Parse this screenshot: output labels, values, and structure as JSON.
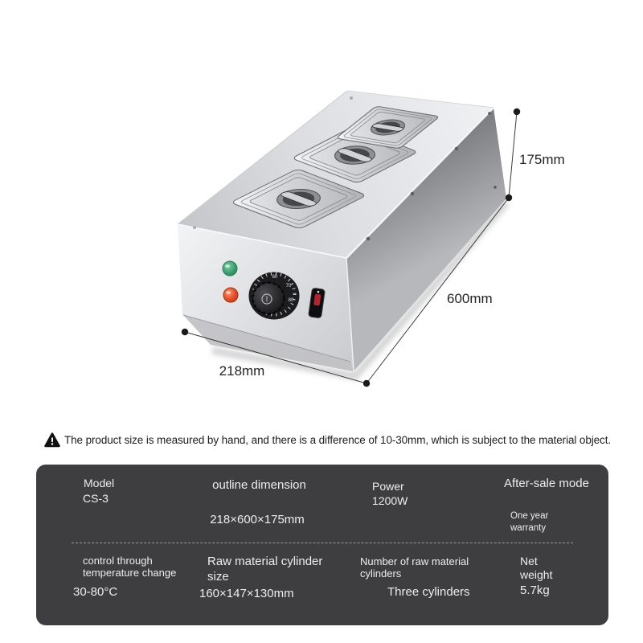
{
  "notice": {
    "text": "The product size is measured by hand, and there is a difference of 10-30mm, which is subject to the material object."
  },
  "diagram": {
    "height_label": "175mm",
    "length_label": "600mm",
    "width_label": "218mm",
    "dial_numbers": {
      "n60": "60",
      "n70": "70",
      "n80": "80"
    }
  },
  "spec_table": {
    "row1": {
      "model_label": "Model",
      "model_value": "CS-3",
      "outline_label": "outline dimension",
      "outline_value": "218×600×175mm",
      "power_label": "Power",
      "power_value": "1200W",
      "aftersale_label": "After-sale mode",
      "aftersale_value": "One year warranty"
    },
    "row2": {
      "temp_label": "control through temperature change",
      "temp_value": "30-80°C",
      "cylinder_size_label": "Raw material cylinder size",
      "cylinder_size_value": "160×147×130mm",
      "cylinder_count_label": "Number of raw material cylinders",
      "cylinder_count_value": "Three cylinders",
      "net_weight_label": "Net weight",
      "net_weight_value": "5.7kg"
    }
  },
  "colors": {
    "page_background": "#ffffff",
    "table_background": "#3e3e41",
    "table_text": "#ededee",
    "indicator_green": "#3a9e6e",
    "indicator_red": "#e4512a",
    "dimension_text": "#232323",
    "steel_light": "#eef0f2",
    "steel_shadow": "#7e7f83"
  }
}
